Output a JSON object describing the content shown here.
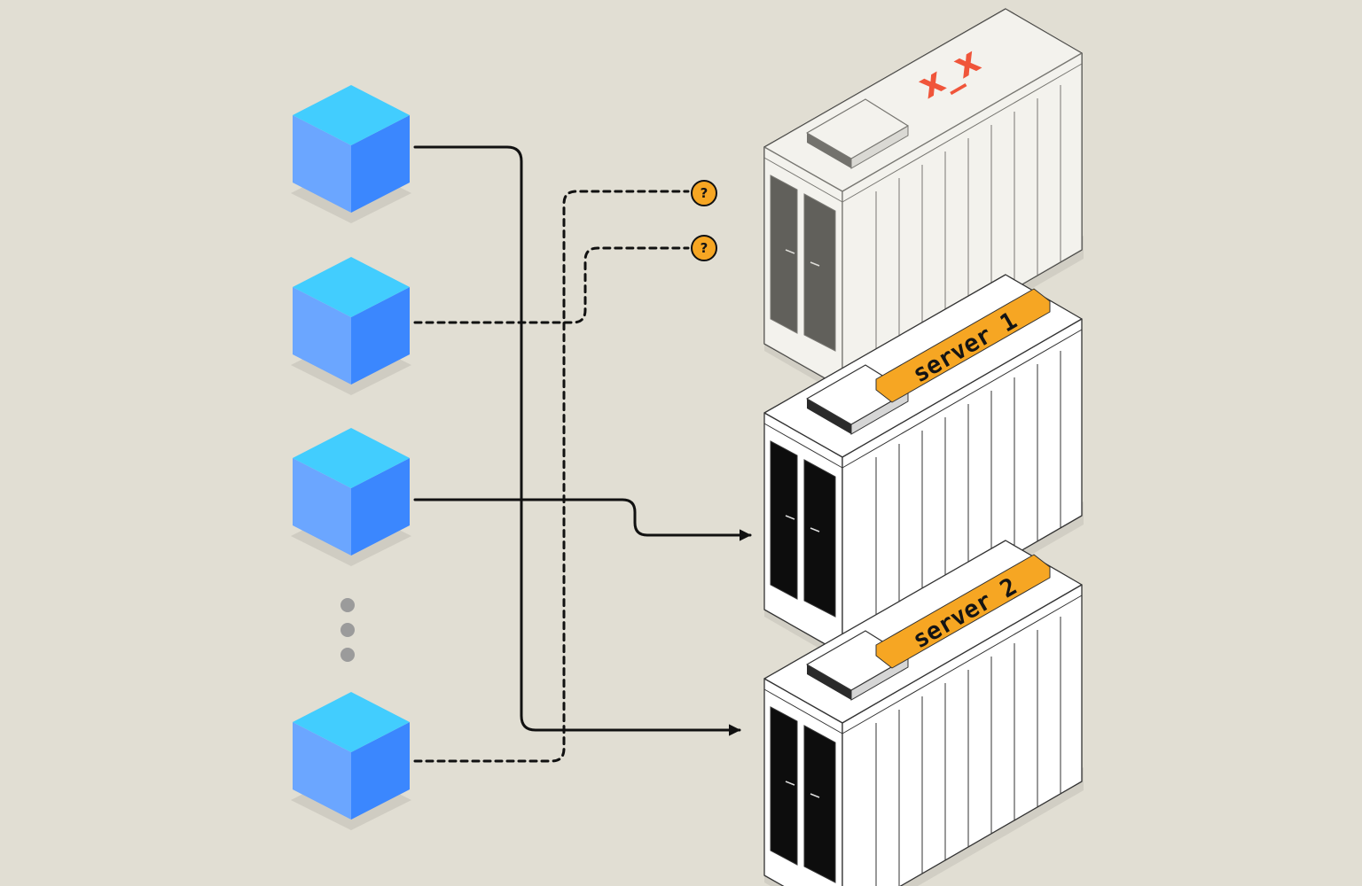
{
  "colors": {
    "background": "#e1ded3",
    "cube_top": "#42cdfe",
    "cube_left": "#6ba6ff",
    "cube_right": "#3b87fe",
    "label_fill": "#f6a623",
    "dead_mark": "#f0553a",
    "line": "#111111",
    "ellipsis_dot": "#9b9b9b"
  },
  "clients": [
    {
      "id": "client-1",
      "connection": "active",
      "target": "server-2"
    },
    {
      "id": "client-2",
      "connection": "failed",
      "target": "dead-server"
    },
    {
      "id": "client-3",
      "connection": "active",
      "target": "server-1"
    },
    {
      "id": "client-4",
      "connection": "failed",
      "target": "dead-server"
    }
  ],
  "servers": [
    {
      "id": "dead-server",
      "status": "down",
      "label": "",
      "mark": "x_x"
    },
    {
      "id": "server-1",
      "status": "up",
      "label": "server 1"
    },
    {
      "id": "server-2",
      "status": "up",
      "label": "server 2"
    }
  ],
  "failed_endpoint_marker": "?",
  "ellipsis_icon": "vertical-ellipsis-icon"
}
